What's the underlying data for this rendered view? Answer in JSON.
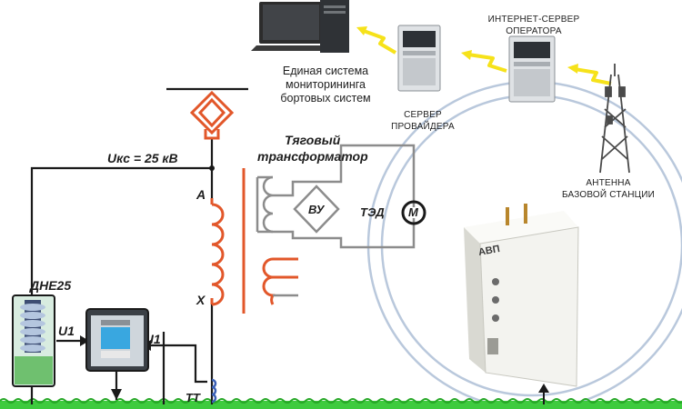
{
  "labels": {
    "monitoring_system": [
      "Единая система",
      "мониторининга",
      "бортовых систем"
    ],
    "internet_server": [
      "ИНТЕРНЕТ-СЕРВЕР",
      "ОПЕРАТОРА"
    ],
    "provider_server": [
      "СЕРВЕР",
      "ПРОВАЙДЕРА"
    ],
    "antenna": [
      "АНТЕННА",
      "БАЗОВОЙ СТАНЦИИ"
    ],
    "voltage": "Uкс = 25 кВ",
    "transformer": [
      "Тяговый",
      "трансформатор"
    ],
    "rectifier": "ВУ",
    "motor": "ТЭД",
    "motor_symbol": "M",
    "winding_top": "A",
    "winding_bottom": "X",
    "sensor": "ДНЕ25",
    "u1": "U1",
    "i1": "I1",
    "tt": "TT",
    "device_logo": "АВП"
  },
  "colors": {
    "wire": "#1a1a1a",
    "winding": "#e2572a",
    "signal": "#f6e21a",
    "ground": "#2fc22f",
    "circle": "#b9c8dc",
    "device_body": "#f3f3ef"
  }
}
